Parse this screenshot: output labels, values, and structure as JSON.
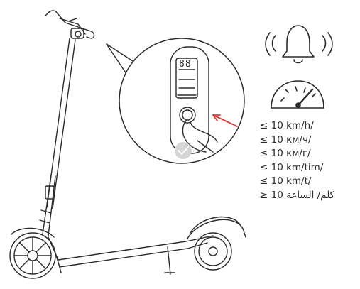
{
  "colors": {
    "line": "#2a2a2a",
    "arrow": "#e23b3b",
    "check_circle": "#d6d6d6"
  },
  "icons": [
    "scooter-illustration",
    "bell-icon",
    "speedometer-icon",
    "check-icon",
    "power-button-icon",
    "arrow-icon"
  ],
  "display": {
    "digits": "88"
  },
  "speed_limits": [
    "≤ 10 km/h/",
    "≤ 10 км/ч/",
    "≤ 10 км/г/",
    "≤ 10 km/tim/",
    "≤ 10 km/t/",
    "≥ 10 كلم/ الساعة"
  ]
}
